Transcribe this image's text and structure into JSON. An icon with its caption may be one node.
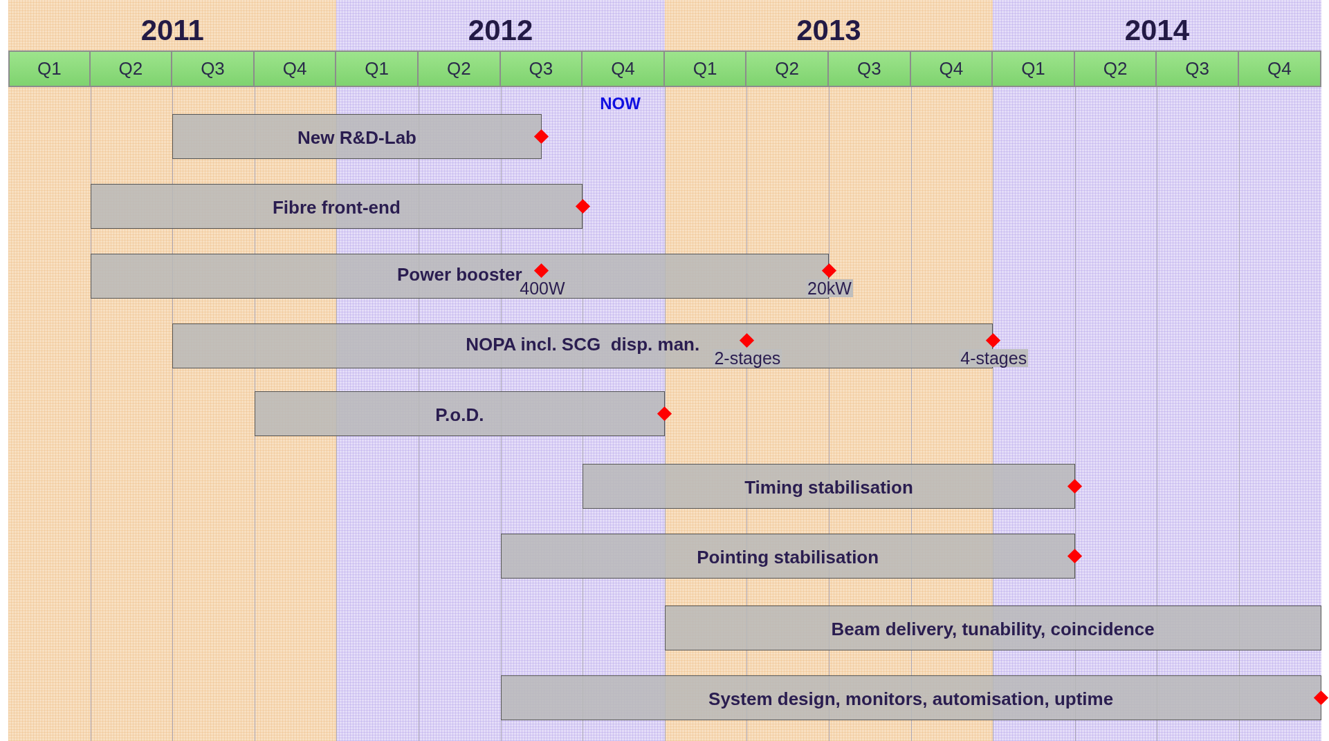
{
  "diagram": {
    "nodes": [
      {
        "text": [
          "New R&D-Lab"
        ]
      },
      {
        "text": [
          "Fibre front-end"
        ]
      },
      {
        "text": [
          "Power booster",
          "400W",
          "20kW"
        ]
      },
      {
        "text": [
          "NOPA incl. SCG  disp. man.",
          "2-stages",
          "4-stages"
        ]
      },
      {
        "text": [
          "P.o.D."
        ]
      },
      {
        "text": [
          "Timing stabilisation"
        ]
      },
      {
        "text": [
          "Pointing stabilisation"
        ]
      },
      {
        "text": [
          "Beam delivery, tunability, coincidence"
        ]
      },
      {
        "text": [
          "System design, monitors, automisation, uptime"
        ]
      }
    ],
    "labels": [
      "2011",
      "2012",
      "2013",
      "2014",
      "Q1",
      "Q2",
      "Q3",
      "Q4",
      "Q1",
      "Q2",
      "Q3",
      "Q4",
      "Q1",
      "Q2",
      "Q3",
      "Q4",
      "Q1",
      "Q2",
      "Q3",
      "Q4",
      "NOW"
    ]
  }
}
